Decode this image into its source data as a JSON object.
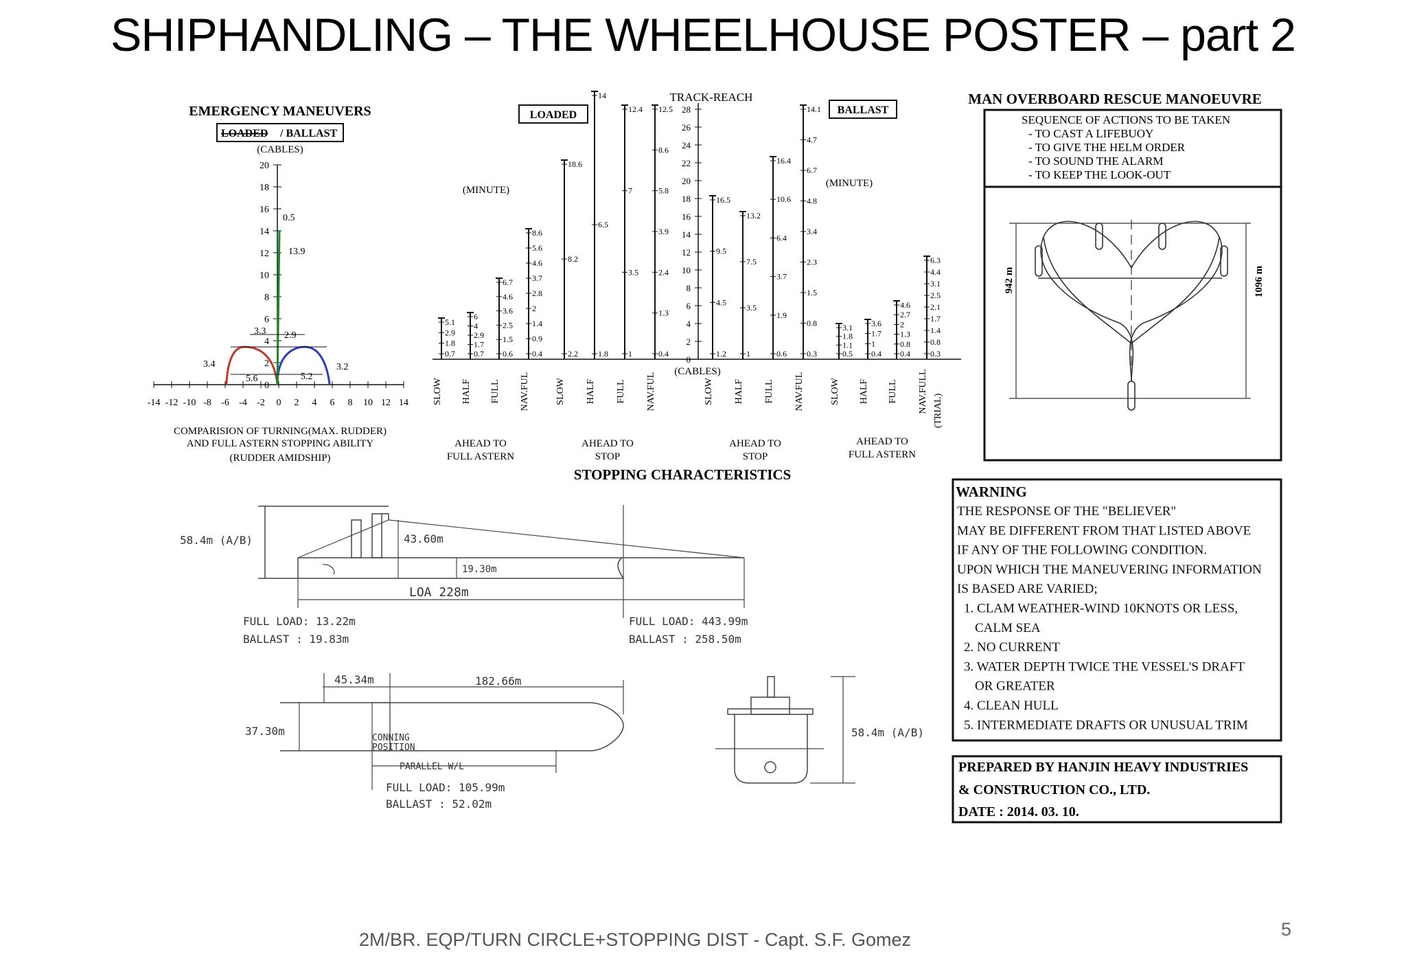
{
  "title": "SHIPHANDLING – THE WHEELHOUSE POSTER – part 2",
  "footer": "2M/BR. EQP/TURN CIRCLE+STOPPING DIST - Capt. S.F. Gomez",
  "page_number": "5",
  "emergency": {
    "heading": "EMERGENCY MANEUVERS",
    "loaded_label": "LOADED",
    "ballast_label": "/ BALLAST",
    "unit": "(CABLES)",
    "y_ticks": [
      "20",
      "18",
      "16",
      "14",
      "12",
      "10",
      "8",
      "6",
      "4",
      "2",
      "0"
    ],
    "x_ticks": [
      "-14",
      "-12",
      "-10",
      "-8",
      "-6",
      "-4",
      "-2",
      "0",
      "2",
      "4",
      "6",
      "8",
      "10",
      "12",
      "14"
    ],
    "values": {
      "advance_loaded": "13.9",
      "stop_gap": "0.5",
      "tl_loaded": "3.3",
      "tr_ballast": "2.9",
      "dl": "3.4",
      "dr": "3.2",
      "dia_l": "5.6",
      "dia_r": "5.2"
    },
    "caption": [
      "COMPARISION OF TURNING(MAX. RUDDER)",
      "AND FULL ASTERN STOPPING ABILITY",
      "(RUDDER AMIDSHIP)"
    ]
  },
  "stopping": {
    "loaded_label": "LOADED",
    "ballast_label": "BALLAST",
    "track_reach": "TRACK-REACH",
    "minute_left": "(MINUTE)",
    "minute_right": "(MINUTE)",
    "cables": "(CABLES)",
    "heading": "STOPPING CHARACTERISTICS",
    "axis_ticks": [
      "28",
      "26",
      "24",
      "22",
      "20",
      "18",
      "16",
      "14",
      "12",
      "10",
      "8",
      "6",
      "4",
      "2",
      "0"
    ],
    "bar_names": [
      "SLOW",
      "HALF",
      "FULL",
      "NAV.FUL",
      "SLOW",
      "HALF",
      "FULL",
      "NAV.FUL",
      "SLOW",
      "HALF",
      "FULL",
      "NAV.FUL",
      "SLOW",
      "HALF",
      "FULL",
      "NAV.FULL"
    ],
    "trial": "(TRIAL)",
    "groups": [
      "AHEAD TO|FULL ASTERN",
      "AHEAD TO|STOP",
      "AHEAD TO|STOP",
      "AHEAD TO|FULL ASTERN"
    ],
    "bar_values": [
      [
        "5.1",
        "2.9",
        "1.8",
        "0.7"
      ],
      [
        "6",
        "4",
        "2.9",
        "1.7",
        "0.7"
      ],
      [
        "6.7",
        "4.6",
        "3.6",
        "2.5",
        "1.5",
        "0.6"
      ],
      [
        "8.6",
        "5.6",
        "4.6",
        "3.7",
        "2.8",
        "2",
        "1.4",
        "0.9",
        "0.4"
      ],
      [
        "18.6",
        "8.2",
        "2.2"
      ],
      [
        "14",
        "6.5",
        "1.8"
      ],
      [
        "12.4",
        "7",
        "3.5",
        "1"
      ],
      [
        "12.5",
        "8.6",
        "5.8",
        "3.9",
        "2.4",
        "1.3",
        "0.4"
      ],
      [
        "16.5",
        "9.5",
        "4.5",
        "1.2"
      ],
      [
        "13.2",
        "7.5",
        "3.5",
        "1"
      ],
      [
        "16.4",
        "10.6",
        "6.4",
        "3.7",
        "1.9",
        "0.6"
      ],
      [
        "14.1",
        "4.7",
        "6.7",
        "4.8",
        "3.4",
        "2.3",
        "1.5",
        "0.8",
        "0.3"
      ],
      [
        "3.1",
        "1.8",
        "1.1",
        "0.5"
      ],
      [
        "3.6",
        "1.7",
        "1",
        "0.4"
      ],
      [
        "4.6",
        "2.7",
        "2",
        "1.3",
        "0.8",
        "0.4"
      ],
      [
        "6.3",
        "4.4",
        "3.1",
        "2.5",
        "2.1",
        "1.7",
        "1.4",
        "0.8",
        "0.3"
      ]
    ]
  },
  "mob": {
    "heading": "MAN OVERBOARD RESCUE MANOEUVRE",
    "lines": [
      "SEQUENCE OF ACTIONS TO BE TAKEN",
      "- TO CAST A LIFEBUOY",
      "- TO GIVE THE HELM ORDER",
      "- TO SOUND THE ALARM",
      "- TO KEEP THE LOOK-OUT"
    ],
    "dim_left": "942 m",
    "dim_right": "1096 m"
  },
  "warning": {
    "heading": "WARNING",
    "lines": [
      "THE RESPONSE OF THE \"BELIEVER\"",
      "MAY BE DIFFERENT FROM THAT LISTED ABOVE",
      "IF ANY OF THE FOLLOWING CONDITION.",
      "UPON WHICH THE MANEUVERING INFORMATION",
      "IS BASED ARE VARIED;",
      "1. CLAM WEATHER-WIND 10KNOTS OR LESS,",
      "CALM SEA",
      "2. NO CURRENT",
      "3. WATER DEPTH TWICE THE VESSEL'S DRAFT",
      "OR GREATER",
      "4. CLEAN HULL",
      "5. INTERMEDIATE DRAFTS OR UNUSUAL TRIM"
    ]
  },
  "prepared": {
    "lines": [
      "PREPARED BY HANJIN HEAVY INDUSTRIES",
      "& CONSTRUCTION CO., LTD.",
      "DATE : 2014. 03. 10."
    ]
  },
  "ship": {
    "height_ab": "58.4m (A/B)",
    "h_43": "43.60m",
    "h_19": "19.30m",
    "loa": "LOA  228m",
    "fwd_full": "FULL LOAD:  13.22m",
    "fwd_ballast": "BALLAST  :  19.83m",
    "aft_full": "FULL LOAD:  443.99m",
    "aft_ballast": "BALLAST  :  258.50m",
    "d_45": "45.34m",
    "d_182": "182.66m",
    "beam": "37.30m",
    "conning": "CONNING",
    "position": "POSITION",
    "parallel": "PARALLEL  W/L",
    "par_full": "FULL LOAD:  105.99m",
    "par_ballast": "BALLAST   :   52.02m",
    "front_height": "58.4m (A/B)"
  }
}
